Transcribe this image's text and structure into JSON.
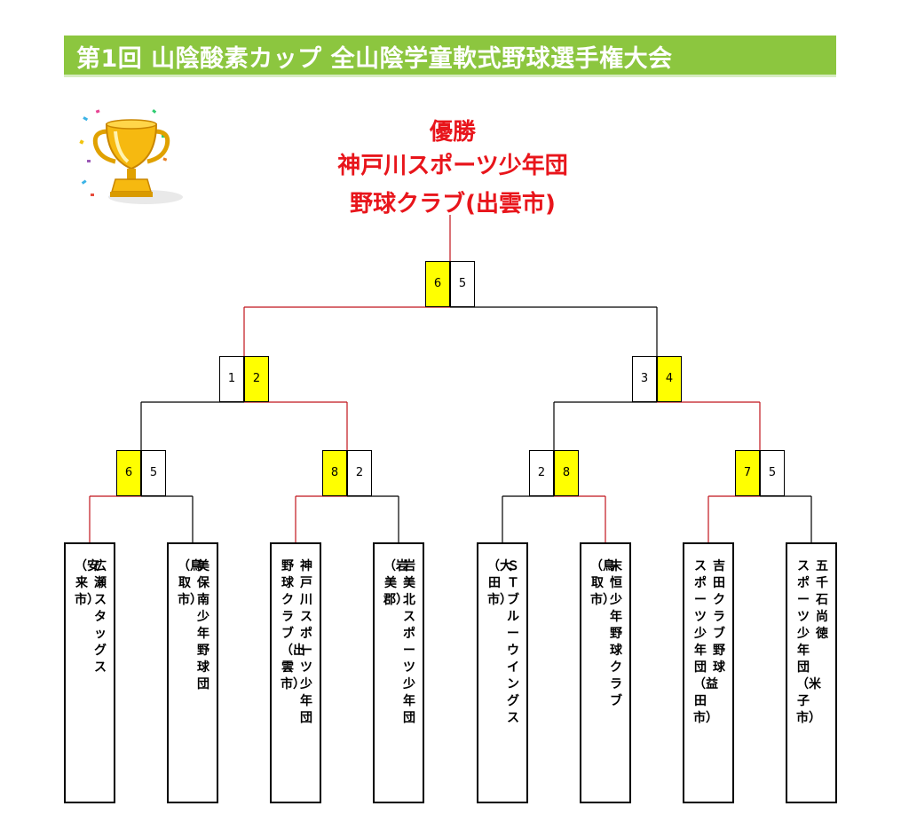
{
  "title": "第1回 山陰酸素カップ 全山陰学童軟式野球選手権大会",
  "winner": {
    "label": "優勝",
    "line1": "神戸川スポーツ少年団",
    "line2": "野球クラブ(出雲市)"
  },
  "icons": {
    "trophy": "trophy-icon"
  },
  "colors": {
    "title_bg": "#8cc63f",
    "winner_text": "#e8151b",
    "win_line": "#c0141c",
    "win_score": "#ffff00"
  },
  "teams": [
    {
      "col1": "広瀬スタッグス",
      "col2": "（安来市）"
    },
    {
      "col1": "美保南少年野球団",
      "col2": "（鳥取市）"
    },
    {
      "col1": "神戸川スポーツ少年団",
      "col2": "野球クラブ（出雲市）"
    },
    {
      "col1": "岩美北スポーツ少年団",
      "col2": "（岩美郡）"
    },
    {
      "col1": "ＳＴブルーウイングス",
      "col2": "（大田市）"
    },
    {
      "col1": "末恒少年野球クラブ",
      "col2": "（鳥取市）"
    },
    {
      "col1": "吉田クラブ野球",
      "col2": "スポーツ少年団（益田市）"
    },
    {
      "col1": "五千石尚徳",
      "col2": "スポーツ少年団（米子市）"
    }
  ],
  "matches": {
    "r1": [
      {
        "left": "6",
        "right": "5",
        "winner": "left"
      },
      {
        "left": "8",
        "right": "2",
        "winner": "left"
      },
      {
        "left": "2",
        "right": "8",
        "winner": "right"
      },
      {
        "left": "7",
        "right": "5",
        "winner": "left"
      }
    ],
    "sf": [
      {
        "left": "1",
        "right": "2",
        "winner": "right"
      },
      {
        "left": "3",
        "right": "4",
        "winner": "right"
      }
    ],
    "final": {
      "left": "6",
      "right": "5",
      "winner": "left"
    }
  }
}
